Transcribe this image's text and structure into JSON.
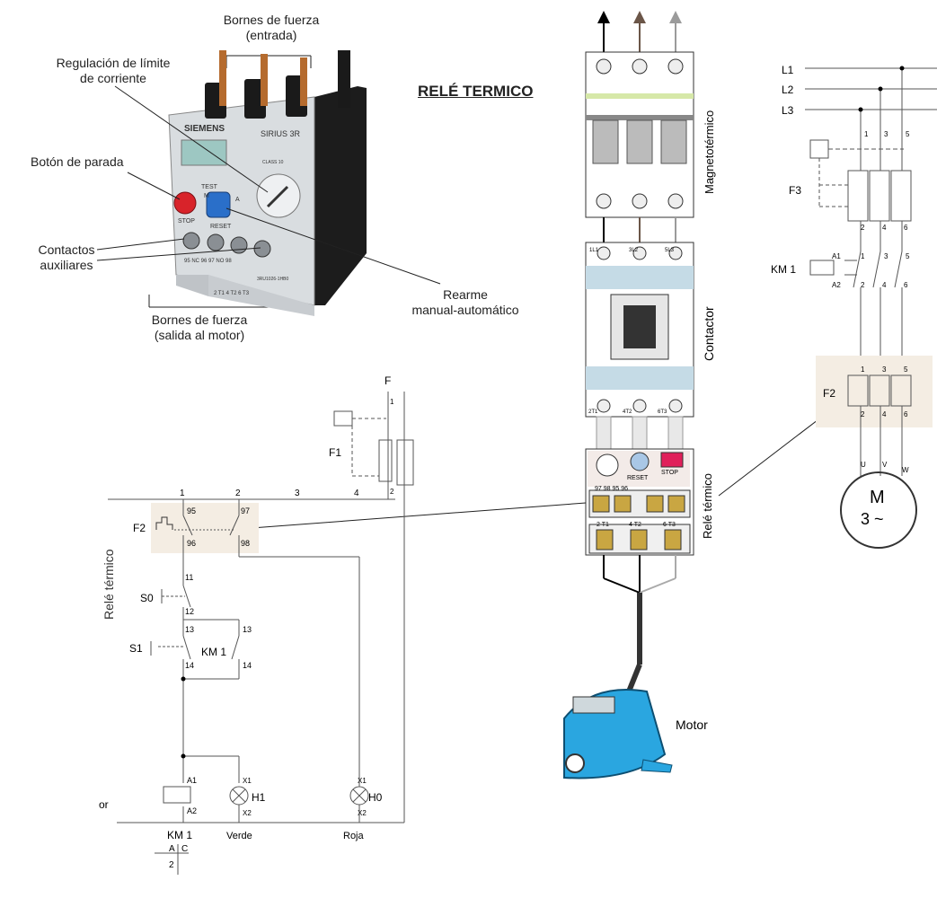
{
  "title": "RELÉ TERMICO",
  "photo_labels": {
    "bornes_entrada": "Bornes de fuerza (entrada)",
    "bornes_entrada_l1": "Bornes de fuerza",
    "bornes_entrada_l2": "(entrada)",
    "regulacion_l1": "Regulación de límite",
    "regulacion_l2": "de corriente",
    "boton_parada": "Botón de parada",
    "contactos_l1": "Contactos",
    "contactos_l2": "auxiliares",
    "bornes_salida_l1": "Bornes de fuerza",
    "bornes_salida_l2": "(salida al motor)",
    "rearme_l1": "Rearme",
    "rearme_l2": "manual-automático"
  },
  "device": {
    "brand": "SIEMENS",
    "model": "SIRIUS 3R",
    "class": "CLASS 10",
    "test": "TEST",
    "stop": "STOP",
    "reset": "RESET",
    "m": "M",
    "a": "A",
    "aux_terms": "95  NC  96     97  NO  98",
    "power_terms": "2 T1      4 T2      6 T3",
    "order_no": "3RU1026-1HB0"
  },
  "middle_column": {
    "magneto_label": "Magnetotérmico",
    "contactor_label": "Contactor",
    "rele_label": "Relé térmico",
    "motor_label": "Motor",
    "reset": "RESET",
    "stop": "STOP",
    "aux_terms": "97  98  95  96",
    "top_terms": [
      "1L1",
      "3L2",
      "5L3"
    ],
    "bottom_terms": [
      "2T1",
      "4T2",
      "6T3"
    ],
    "relay_terms": [
      "2 T1",
      "4 T2",
      "6 T3"
    ]
  },
  "power_circuit": {
    "lines": [
      "L1",
      "L2",
      "L3"
    ],
    "f3": "F3",
    "km1": "KM 1",
    "a1": "A1",
    "a2": "A2",
    "f2": "F2",
    "motor_m": "M",
    "motor_3": "3 ~",
    "terminals_top": [
      "1",
      "3",
      "5"
    ],
    "terminals_bottom": [
      "2",
      "4",
      "6"
    ],
    "uvw": [
      "U",
      "V",
      "W"
    ]
  },
  "control_circuit": {
    "side_label": "Relé térmico",
    "f": "F",
    "f1": "F1",
    "f2": "F2",
    "s0": "S0",
    "s1": "S1",
    "km1_contact": "KM 1",
    "h1": "H1",
    "h0": "H0",
    "km1_coil": "KM 1",
    "verde": "Verde",
    "roja": "Roja",
    "partial": "or",
    "columns": [
      "1",
      "2",
      "3",
      "4"
    ],
    "ac_a": "A",
    "ac_c": "C",
    "ac_2": "2",
    "t95": "95",
    "t96": "96",
    "t97": "97",
    "t98": "98",
    "t11": "11",
    "t12": "12",
    "t13": "13",
    "t14": "14",
    "t13b": "13",
    "t14b": "14",
    "a1": "A1",
    "a2": "A2",
    "x1": "X1",
    "x2": "X2",
    "one": "1",
    "two": "2"
  }
}
